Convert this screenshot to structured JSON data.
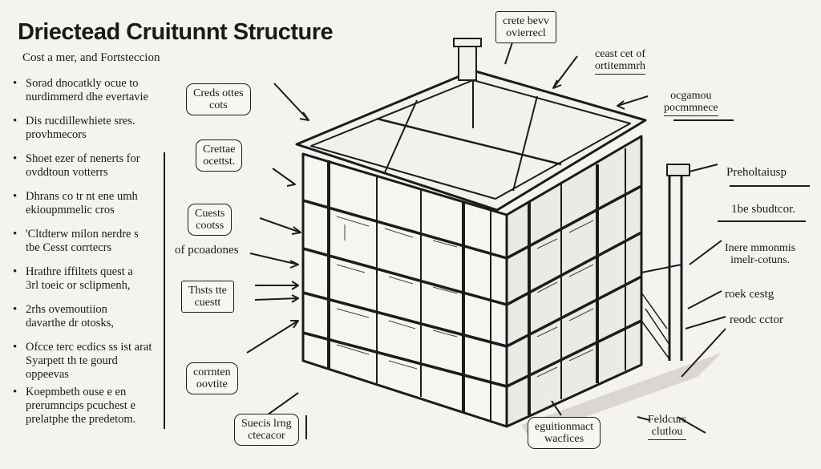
{
  "header": {
    "title": "Driectead Cruitunnt Structure",
    "subtitle": "Cost a mer, and Fortsteccion"
  },
  "bullets": [
    {
      "lines": [
        "Sorad dnocatkly ocue to",
        "nurdimmerd dhe evertavie"
      ]
    },
    {
      "lines": [
        "Dis rucdillewhiete sres.",
        "provhmecors"
      ]
    },
    {
      "lines": [
        "Shoet ezer of nenerts for",
        "ovddtoun votterrs"
      ]
    },
    {
      "lines": [
        "Dhrans co tr nt ene umh",
        "ekioupmmelic cros"
      ]
    },
    {
      "lines": [
        "'Cltdterw milon nerdre s",
        "tbe Cesst corrtecrs"
      ]
    },
    {
      "lines": [
        "Hrathre iffiltets quest a",
        "3rl toeic or sclipmenh,"
      ]
    },
    {
      "lines": [
        "2rhs ovemoutiion",
        "davarthe dr otosks,"
      ]
    },
    {
      "lines": [
        "Ofcce terc ecdics ss ist arat",
        "Syarpett th te gourd",
        "oppeevas"
      ]
    },
    {
      "lines": [
        "Koepmbeth ouse e en",
        "prerumncips pcuchest e",
        "prelatphe the predetom."
      ]
    }
  ],
  "callouts_left": [
    {
      "lines": [
        "Creds ottes",
        "cots"
      ]
    },
    {
      "lines": [
        "Crettae",
        "ocettst."
      ]
    },
    {
      "lines": [
        "Cuests",
        "cootss"
      ]
    },
    {
      "lines": [
        "of pcoadones"
      ]
    },
    {
      "lines": [
        "Thsts tte",
        "cuestt"
      ]
    },
    {
      "lines": [
        "corrnten",
        "oovtite"
      ]
    },
    {
      "lines": [
        "Suecis lrng",
        "ctecacor"
      ]
    }
  ],
  "callouts_right": [
    {
      "lines": [
        "crete bevv",
        "ovierrecl"
      ]
    },
    {
      "lines": [
        "ceast cet of",
        "ortitemmrh"
      ]
    },
    {
      "lines": [
        "ocgamou",
        "pocmmnece"
      ]
    },
    {
      "lines": [
        "Preholtaiusp"
      ]
    },
    {
      "lines": [
        "1be sbudtcor."
      ]
    },
    {
      "lines": [
        "Inere mmonmis",
        "imelr-cotuns."
      ]
    },
    {
      "lines": [
        "roek cestg"
      ]
    },
    {
      "lines": [
        "reodc cctor"
      ]
    },
    {
      "lines": [
        "eguitionmact",
        "wacfices"
      ]
    },
    {
      "lines": [
        "Feldcurs",
        "clutlou"
      ]
    }
  ],
  "colors": {
    "background": "#f4f3ef",
    "ink": "#1a1a1a"
  }
}
